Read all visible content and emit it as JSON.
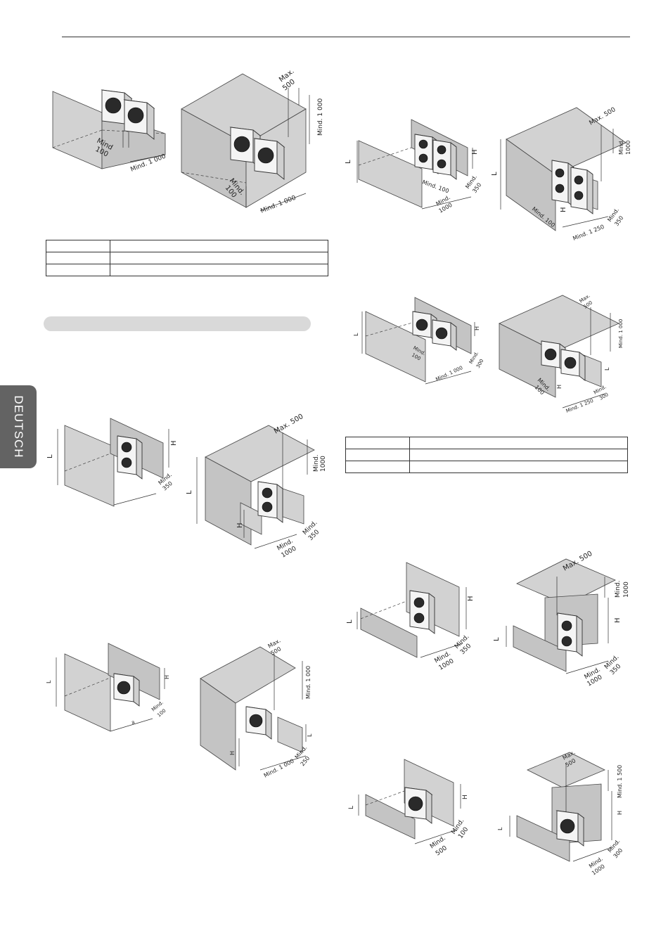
{
  "sidebar_tab": "DEUTSCH",
  "figures": {
    "f1": {
      "mind": "Mind",
      "v100": "100",
      "mind1000": "Mind. 1 000"
    },
    "f2": {
      "max": "Max.",
      "v500": "500",
      "mind1000top": "Mind. 1 000",
      "mind": "Mind.",
      "v100": "100",
      "mind1000": "Mind. 1 000"
    },
    "f3": {
      "L": "L",
      "H": "H",
      "mind100": "Mind. 100",
      "mind": "Mind.",
      "v350": "350",
      "v1000": "1000"
    },
    "f4": {
      "L": "L",
      "max500": "Max. 500",
      "mind": "Mind.",
      "v1000": "1000",
      "H": "H",
      "mind100": "Mind. 100",
      "mind1250": "Mind. 1 250",
      "v350": "350"
    },
    "f5": {
      "L": "L",
      "H": "H",
      "mind": "Mind.",
      "v100": "100",
      "mind1000": "Mind. 1 000",
      "v300": "300"
    },
    "f6": {
      "max": "Max.",
      "v500": "500",
      "mind1000top": "Mind. 1 000",
      "L": "L",
      "H": "H",
      "mind": "Mind.",
      "v100": "100",
      "mind1250": "Mind. 1 250",
      "v300": "300"
    },
    "f7": {
      "L": "L",
      "H": "H",
      "mind": "Mind.",
      "v350": "350"
    },
    "f8": {
      "max500": "Max. 500",
      "mind": "Mind.",
      "v1000": "1000",
      "L": "L",
      "H": "H",
      "v1000b": "1000",
      "v350": "350"
    },
    "f9": {
      "L": "L",
      "H": "H",
      "mind": "Mind.",
      "v1000": "1000",
      "v350": "350"
    },
    "f10": {
      "max500": "Max. 500",
      "mind": "Mind.",
      "v1000": "1000",
      "H": "H",
      "L": "L",
      "v1000b": "1000",
      "v350": "350"
    },
    "f11": {
      "L": "L",
      "H": "H",
      "mind": "Mind.",
      "v100": "100",
      "a": "a"
    },
    "f12": {
      "max": "Max.",
      "v500": "500",
      "mind1000top": "Mind. 1 000",
      "H": "H",
      "L": "L",
      "mind1000": "Mind. 1 000",
      "mind": "Mind.",
      "v250": "250"
    },
    "f13": {
      "L": "L",
      "H": "H",
      "mind": "Mind.",
      "v500": "500",
      "v100": "100"
    },
    "f14": {
      "max": "Max.",
      "v500": "500",
      "mind1500": "Mind. 1 500",
      "H": "H",
      "L": "L",
      "mind": "Mind.",
      "v1000": "1000",
      "v300": "300"
    }
  }
}
